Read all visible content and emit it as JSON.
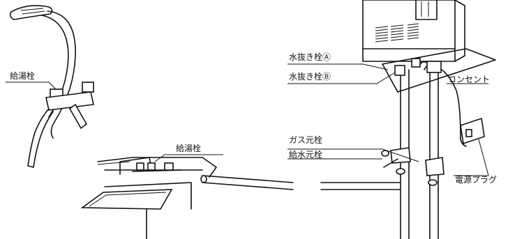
{
  "labels": {
    "hot_water_tap_shower": "給湯栓",
    "hot_water_tap_sink": "給湯栓",
    "drain_plug_a": "水抜き栓Ⓐ",
    "drain_plug_b": "水抜き栓Ⓑ",
    "gas_main_valve": "ガス元栓",
    "water_supply_valve": "給水元栓",
    "outlet": "コンセント",
    "power_plug": "電源プラグ"
  }
}
